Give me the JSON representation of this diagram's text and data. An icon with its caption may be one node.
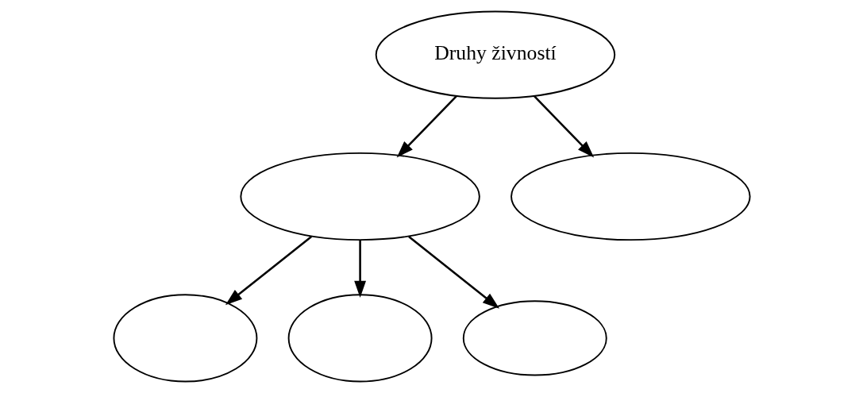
{
  "diagram": {
    "nodes": [
      {
        "text": [
          "Druhy živností"
        ]
      },
      {
        "text": [],
        "shape": "ellipse"
      },
      {
        "text": [],
        "shape": "ellipse"
      },
      {
        "text": [],
        "shape": "ellipse"
      },
      {
        "text": [],
        "shape": "ellipse"
      },
      {
        "text": [],
        "shape": "ellipse"
      }
    ],
    "edges": [
      {
        "from": 0,
        "to": 1,
        "arrow": "to"
      },
      {
        "from": 0,
        "to": 2,
        "arrow": "to"
      },
      {
        "from": 1,
        "to": 3,
        "arrow": "to"
      },
      {
        "from": 1,
        "to": 4,
        "arrow": "to"
      },
      {
        "from": 1,
        "to": 5,
        "arrow": "to"
      }
    ]
  }
}
